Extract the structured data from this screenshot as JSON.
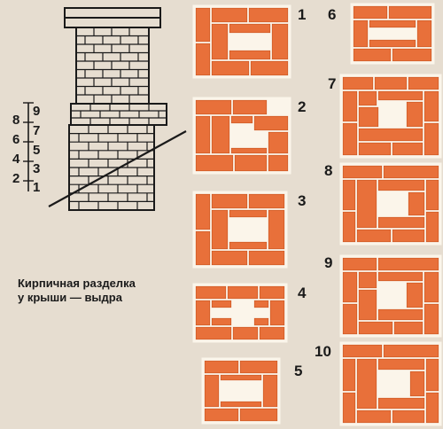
{
  "caption": {
    "line1": "Кирпичная разделка",
    "line2": "у крыши — выдра"
  },
  "row_scale": {
    "left": [
      "8",
      "6",
      "4",
      "2"
    ],
    "right": [
      "9",
      "7",
      "5",
      "3",
      "1"
    ]
  },
  "rows": [
    {
      "number": "1"
    },
    {
      "number": "2"
    },
    {
      "number": "3"
    },
    {
      "number": "4"
    },
    {
      "number": "5"
    },
    {
      "number": "6"
    },
    {
      "number": "7"
    },
    {
      "number": "8"
    },
    {
      "number": "9"
    },
    {
      "number": "10"
    }
  ],
  "colors": {
    "paper": "#e6ddd0",
    "brick": "#e8703a",
    "mortar": "#fbf5ea",
    "ink": "#1a1a1a"
  }
}
